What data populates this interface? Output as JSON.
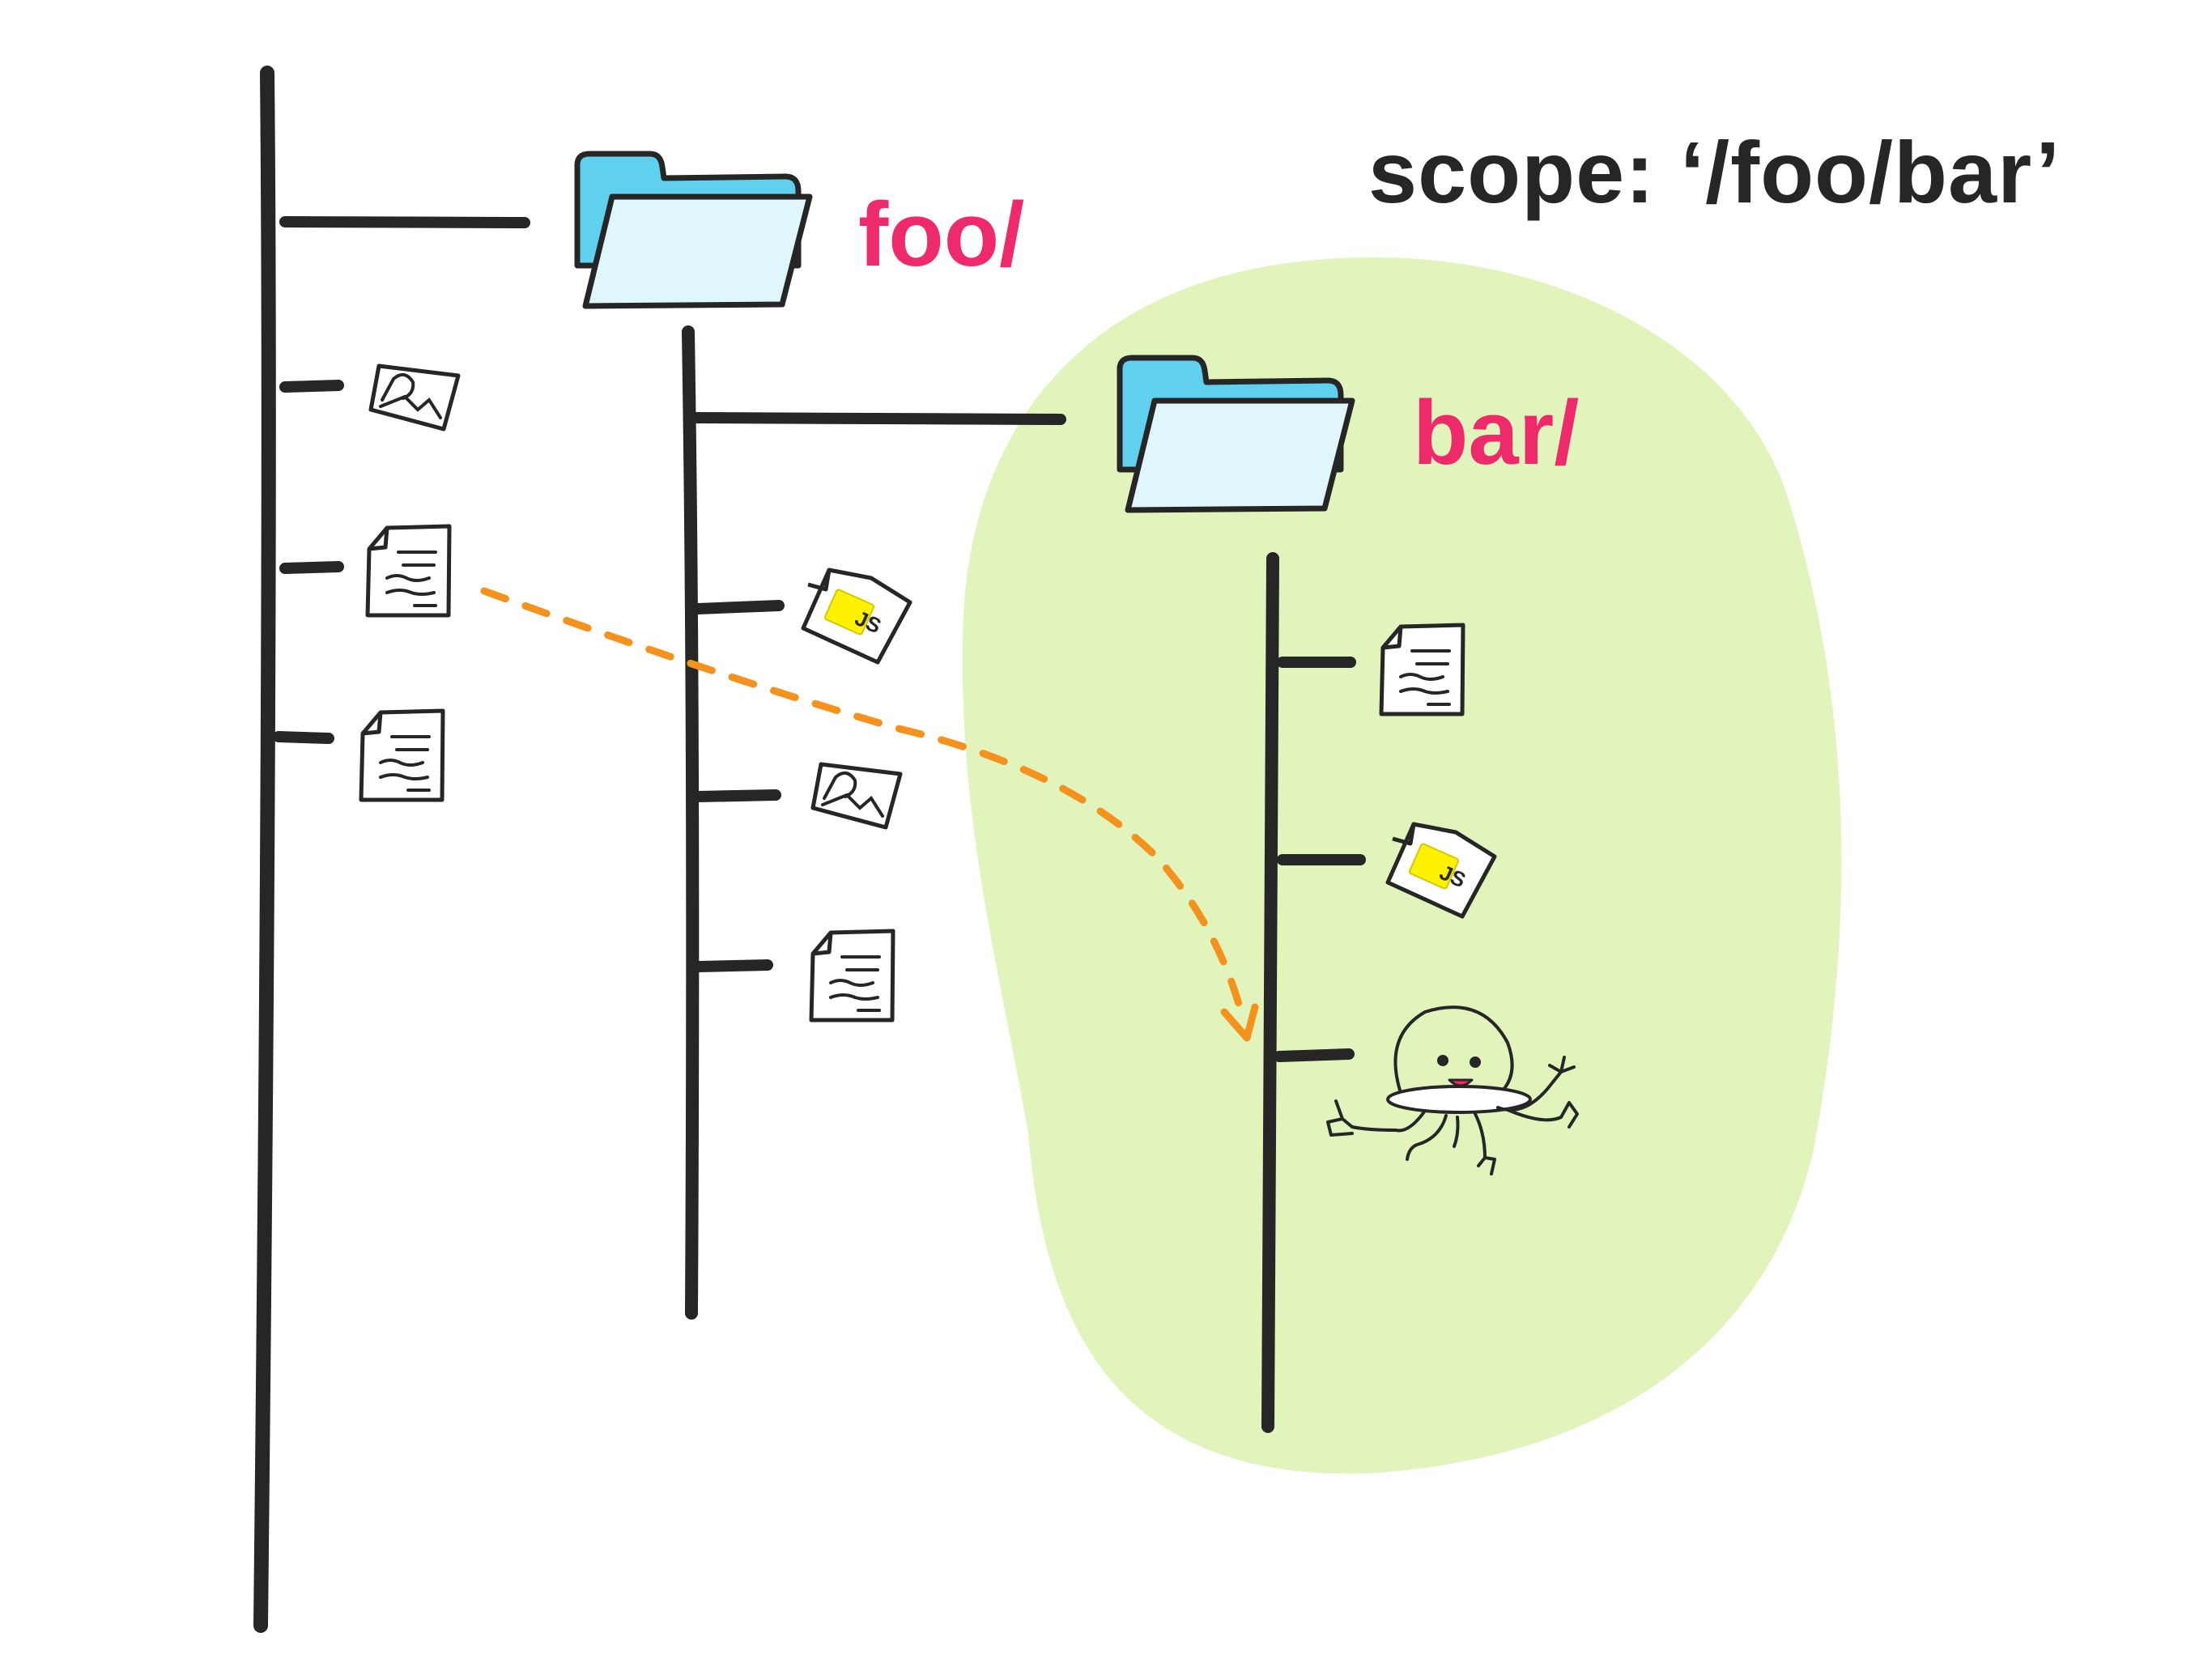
{
  "scope_label": "scope: ‘/foo/bar’",
  "folders": [
    {
      "id": "foo",
      "label": "foo/"
    },
    {
      "id": "bar",
      "label": "bar/"
    }
  ],
  "icons": {
    "folder": "folder-icon",
    "image_file": "image-file-icon",
    "text_file": "text-file-icon",
    "js_file": "js-file-icon",
    "character": "service-worker-character",
    "arrow": "dashed-arrow"
  },
  "js_badge_text": "JS",
  "colors": {
    "scope_region": "#e1f4bb",
    "folder_fill": "#5fd0ee",
    "folder_front": "#dff7fc",
    "folder_label": "#ee2a6b",
    "arrow": "#f5921e",
    "line": "#262626",
    "js_badge": "#fff200"
  }
}
